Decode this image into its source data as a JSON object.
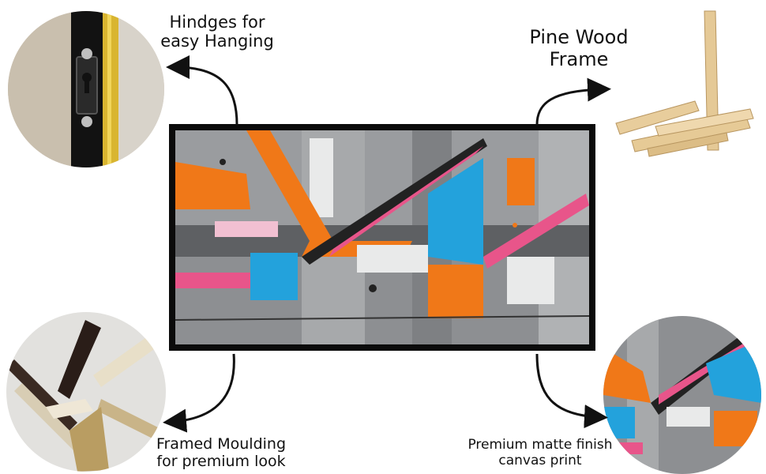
{
  "labels": {
    "hinges_line1": "Hindges for",
    "hinges_line2": "easy Hanging",
    "pine_line1": "Pine Wood",
    "pine_line2": "Frame",
    "moulding_line1": "Framed Moulding",
    "moulding_line2": "for premium look",
    "finish_line1": "Premium matte finish",
    "finish_line2": "canvas print"
  },
  "colors": {
    "frame": "#0b0b0b",
    "canvas_grey": "#8d8f92",
    "orange": "#f07818",
    "blue": "#23a2dc",
    "pink": "#e8558a",
    "white": "#e9eaea"
  },
  "icons": [
    "hinge-icon",
    "pine-wood-icon",
    "moulding-icon",
    "canvas-detail-icon",
    "curved-arrow-icon"
  ]
}
